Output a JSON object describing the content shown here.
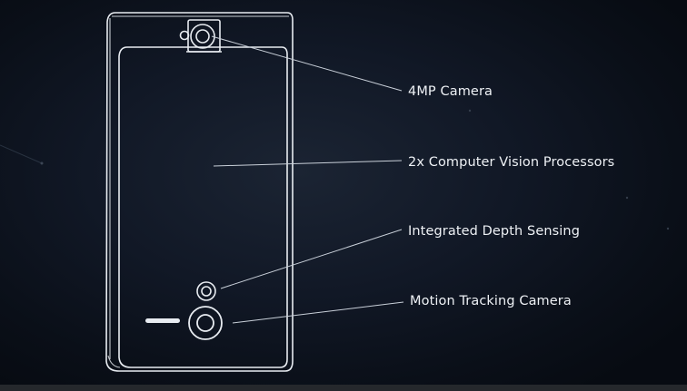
{
  "callouts": {
    "camera": "4MP Camera",
    "vision": "2x Computer Vision Processors",
    "depth": "Integrated Depth Sensing",
    "tracking": "Motion Tracking Camera"
  },
  "colors": {
    "background": "#0b1019",
    "outline": "#e8ecf1",
    "leader_line": "#c9d0d9",
    "bottom_bar": "#25282c"
  }
}
